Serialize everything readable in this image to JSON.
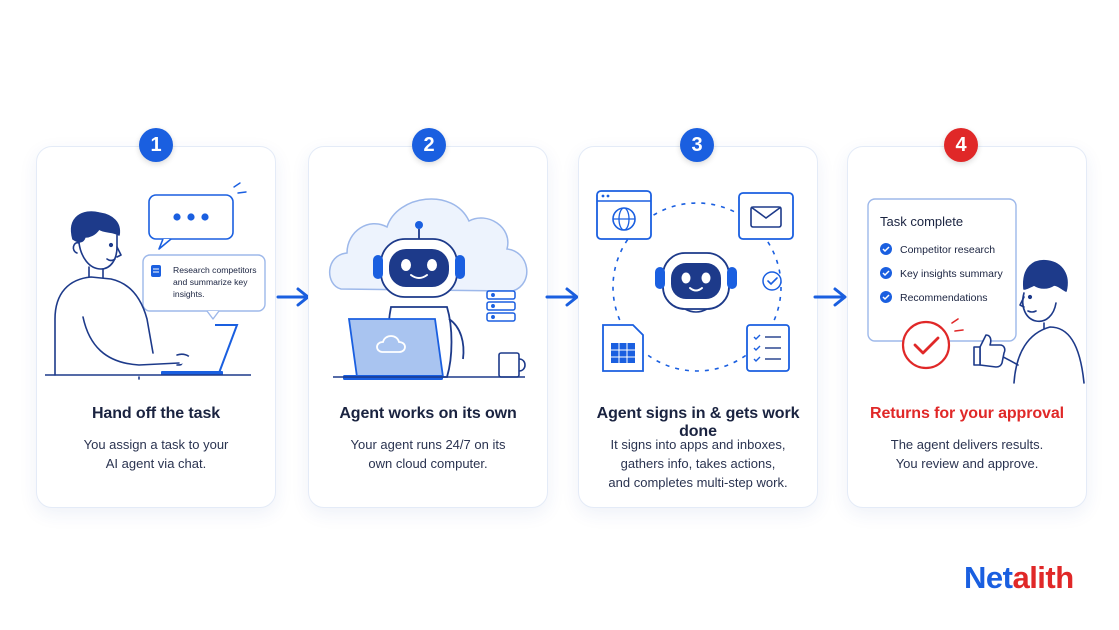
{
  "colors": {
    "blue": "#1a5fe0",
    "red": "#e02828",
    "dark": "#1a2340",
    "line": "#1d3a8a"
  },
  "steps": [
    {
      "number": "1",
      "title": "Hand off the task",
      "description": "You assign a task to your\nAI agent via chat.",
      "chat_message": "Research competitors and summarize key insights.",
      "chat_message_lines": [
        "Research competitors",
        "and summarize key",
        "insights."
      ]
    },
    {
      "number": "2",
      "title": "Agent works on its own",
      "description": "Your agent runs 24/7 on its\nown cloud computer."
    },
    {
      "number": "3",
      "title": "Agent signs in & gets work done",
      "description": "It signs into apps and inboxes,\ngathers info, takes actions,\nand completes multi-step work."
    },
    {
      "number": "4",
      "title": "Returns for your approval",
      "description": "The agent delivers results.\nYou review and approve.",
      "panel": {
        "heading": "Task complete",
        "items": [
          "Competitor research",
          "Key insights summary",
          "Recommendations"
        ]
      }
    }
  ],
  "brand": {
    "part1": "Net",
    "part2": "alith"
  }
}
